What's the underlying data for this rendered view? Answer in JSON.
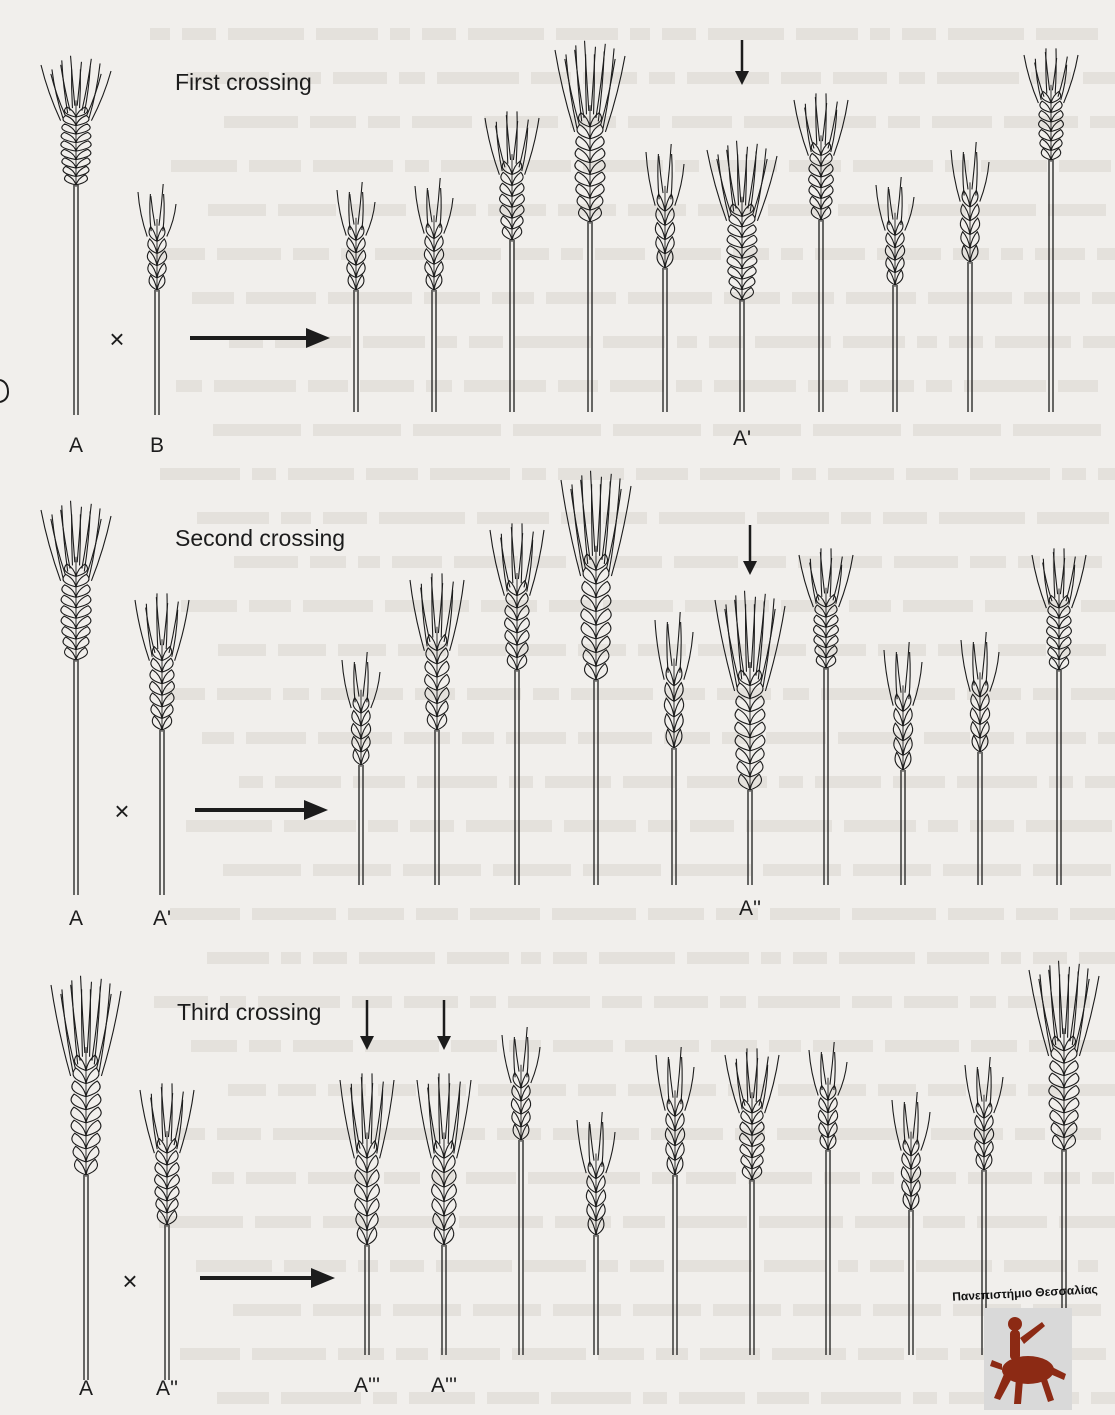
{
  "colors": {
    "paper": "#f1efec",
    "ink": "#1c1c1c",
    "logo_red": "#8c2a14",
    "logo_box": "#d9d9d9"
  },
  "rows": [
    {
      "title": "First crossing",
      "parents": [
        "A",
        "B"
      ],
      "cross_symbol": "×",
      "offspring_labels": [
        {
          "index": 5,
          "label": "A'"
        }
      ],
      "selected_markers": [
        5
      ]
    },
    {
      "title": "Second crossing",
      "parents": [
        "A",
        "A'"
      ],
      "cross_symbol": "×",
      "offspring_labels": [
        {
          "index": 5,
          "label": "A''"
        }
      ],
      "selected_markers": [
        5
      ]
    },
    {
      "title": "Third crossing",
      "parents": [
        "A",
        "A''"
      ],
      "cross_symbol": "×",
      "offspring_labels": [
        {
          "index": 0,
          "label": "A'''"
        },
        {
          "index": 1,
          "label": "A'''"
        }
      ],
      "selected_markers": [
        0,
        1
      ]
    }
  ],
  "logo": {
    "text": "Πανεπιστήμιο Θεσσαλίας",
    "icon": "centaur-icon"
  }
}
